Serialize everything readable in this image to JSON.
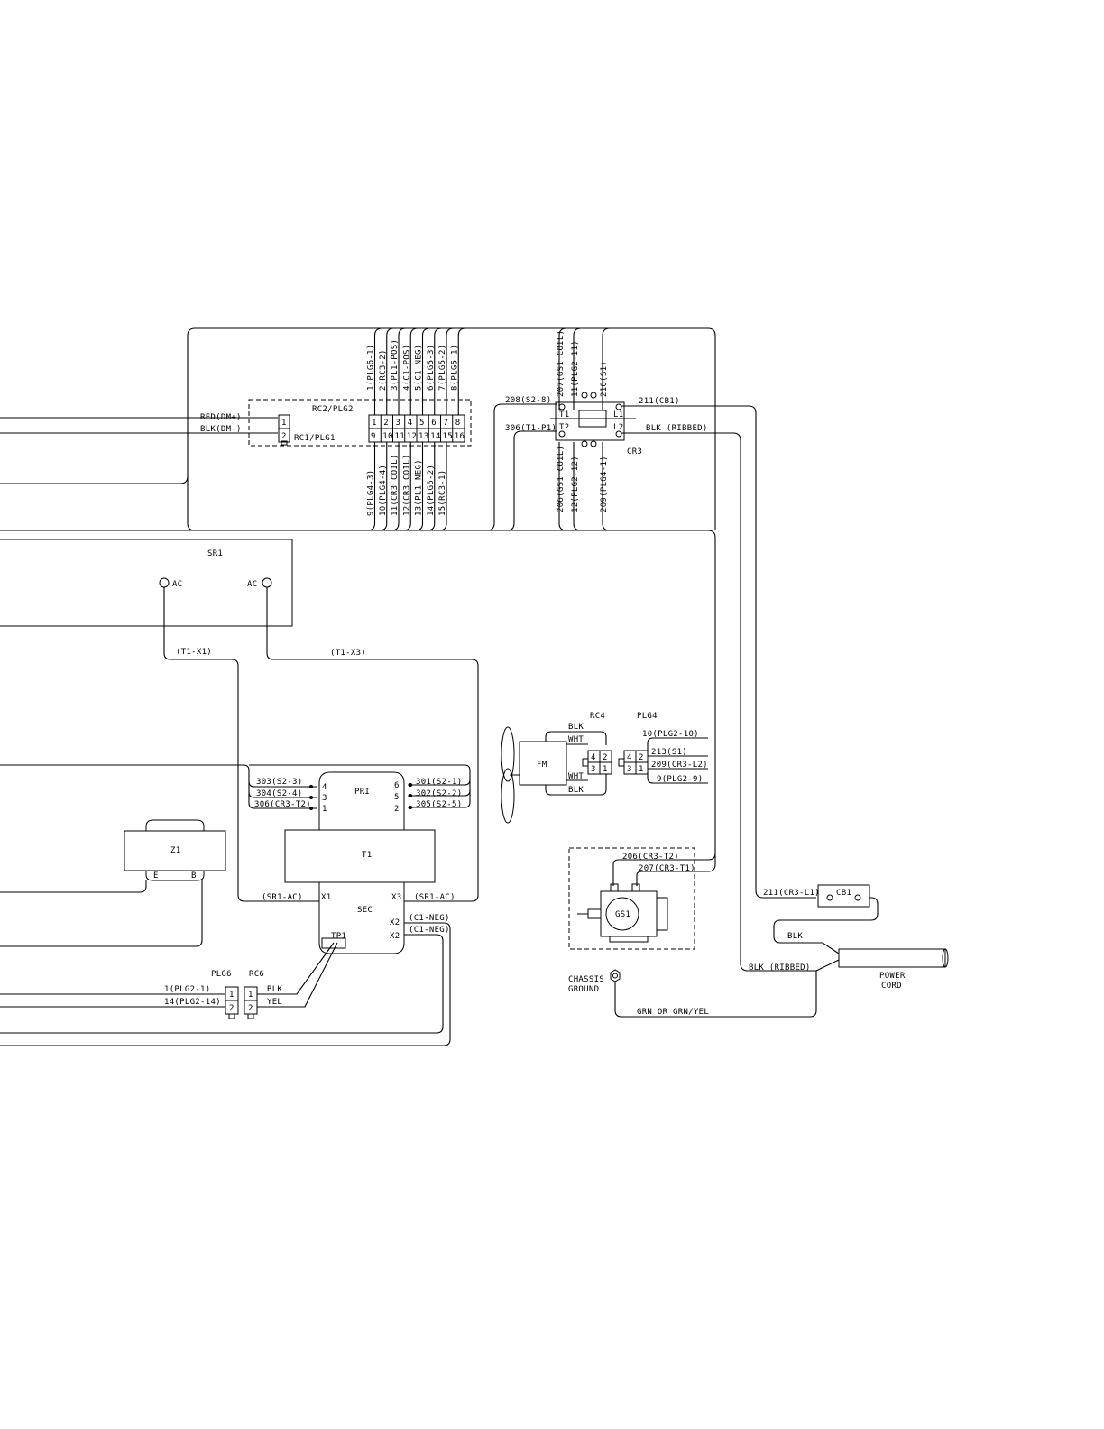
{
  "labels": {
    "rc2_plg2": "RC2/PLG2",
    "rc1_plg1": "RC1/PLG1",
    "red_dm": "RED(DM+)",
    "blk_dm": "BLK(DM-)",
    "w208": "208(S2-8)",
    "w306": "306(T1-P1)",
    "w211": "211(CB1)",
    "blk_ribbed_top": "BLK (RIBBED)",
    "cr3": "CR3",
    "t1": "T1",
    "t2": "T2",
    "l1": "L1",
    "l2": "L2",
    "sr1": "SR1",
    "ac_left": "AC",
    "ac_right": "AC",
    "t1_x1": "(T1-X1)",
    "t1_x3": "(T1-X3)",
    "rc4": "RC4",
    "plg4": "PLG4",
    "fm": "FM",
    "blk_fm_top": "BLK",
    "wht_fm_top": "WHT",
    "wht_fm_bot": "WHT",
    "blk_fm_bot": "BLK",
    "w10": "10(PLG2-10)",
    "w213": "213(S1)",
    "w209": "209(CR3-L2)",
    "w9": "9(PLG2-9)",
    "w303": "303(S2-3)",
    "w304": "304(S2-4)",
    "w306b": "306(CR3-T2)",
    "w301": "301(S2-1)",
    "w302": "302(S2-2)",
    "w305": "305(S2-5)",
    "pri": "PRI",
    "t1_box": "T1",
    "z1": "Z1",
    "z1_e": "E",
    "z1_b": "B",
    "sec": "SEC",
    "sr1_ac_left": "(SR1-AC)",
    "sr1_ac_right": "(SR1-AC)",
    "x1": "X1",
    "x3": "X3",
    "x2a": "X2",
    "x2b": "X2",
    "c1_neg_a": "(C1-NEG)",
    "c1_neg_b": "(C1-NEG)",
    "tp1": "TP1",
    "plg6": "PLG6",
    "rc6": "RC6",
    "w1_plg2": "1(PLG2-1)",
    "w14_plg2": "14(PLG2-14)",
    "blk_plg6": "BLK",
    "yel_plg6": "YEL",
    "w206_cr3": "206(CR3-T2)",
    "w207_cr3": "207(CR3-T1)",
    "gs1": "GS1",
    "chassis_ground_1": "CHASSIS",
    "chassis_ground_2": "GROUND",
    "grn_yel": "GRN OR GRN/YEL",
    "w211_cr3": "211(CR3-L1)",
    "cb1": "CB1",
    "blk_cord": "BLK",
    "blk_ribbed_bottom": "BLK (RIBBED)",
    "power_cord_1": "POWER",
    "power_cord_2": "CORD"
  },
  "rc2_pins_top": [
    "1",
    "2",
    "3",
    "4",
    "5",
    "6",
    "7",
    "8"
  ],
  "rc2_pins_bottom": [
    "9",
    "10",
    "11",
    "12",
    "13",
    "14",
    "15",
    "16"
  ],
  "rc1_pins": [
    "1",
    "2"
  ],
  "vertical_top": [
    "1(PLG6-1)",
    "2(RC3-2)",
    "3(PL1-POS)",
    "4(C1-POS)",
    "5(C1-NEG)",
    "6(PLG5-3)",
    "7(PLG5-2)",
    "8(PLG5-1)"
  ],
  "vertical_bottom": [
    "9(PLG4-3)",
    "10(PLG4-4)",
    "11(CR3 COIL)",
    "12(CR3 COIL)",
    "13(PL1 NEG)",
    "14(PLG6-2)",
    "15(RC3-1)"
  ],
  "cr3_vertical_top": [
    "207(GS1 COIL)",
    "11(PLG2-11)",
    "210(S1)"
  ],
  "cr3_vertical_bottom": [
    "206(GS1 COIL)",
    "12(PLG2-12)",
    "209(PLG4-1)"
  ],
  "rc4_pins": [
    "4",
    "2",
    "3",
    "1"
  ],
  "plg4_pins": [
    "4",
    "2",
    "3",
    "1"
  ],
  "pri_pins_left": [
    "4",
    "3",
    "1"
  ],
  "pri_pins_right": [
    "6",
    "5",
    "2"
  ],
  "plg6_pins": [
    "1",
    "2"
  ],
  "rc6_pins": [
    "1",
    "2"
  ]
}
